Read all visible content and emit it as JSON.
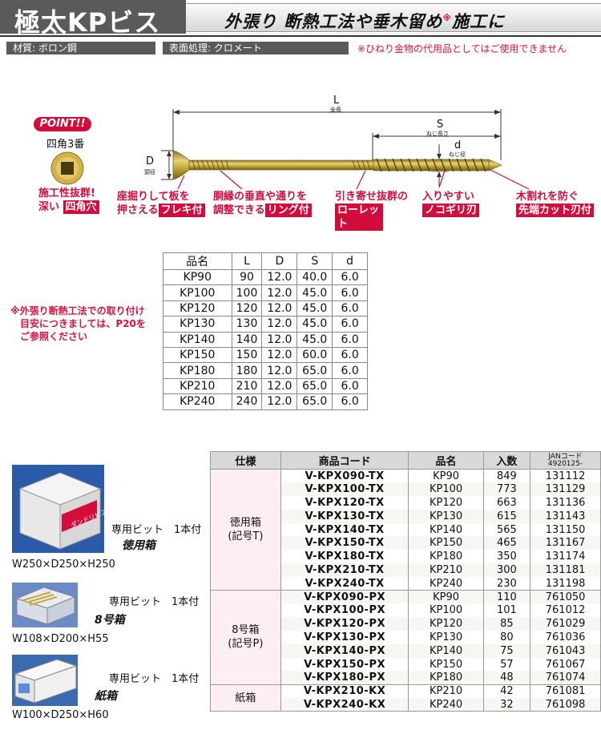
{
  "header": {
    "title": "極太KPビス",
    "subtitle": "外張り 断熱工法や垂木留め",
    "subtitle_mark": "※",
    "subtitle_tail": "施工に"
  },
  "specs": {
    "material": "材質: ボロン鋼",
    "surface": "表面処理: クロメート",
    "warning": "※ひねり金物の代用品としてはご使用できません"
  },
  "diagram": {
    "point_badge": "POINT!!",
    "square_label": "四角3番",
    "feature1_line1": "施工性抜群!",
    "feature1_line2": "深い",
    "feature1_tag": "四角穴",
    "L": "L",
    "L_sub": "全長",
    "S": "S",
    "S_sub": "ねじ長さ",
    "D": "D",
    "D_sub": "頭径",
    "d": "d",
    "d_sub": "ねじ径",
    "c1_line1": "座掘りして板を",
    "c1_line2": "押さえる",
    "c1_tag": "フレキ付",
    "c2_line1": "胴縁の垂直や通りを",
    "c2_line2": "調整できる",
    "c2_tag": "リング付",
    "c3_line1": "引き寄せ抜群の",
    "c3_tag": "ローレット",
    "c4_line1": "入りやすい",
    "c4_tag": "ノコギリ刃",
    "c5_line1": "木割れを防ぐ",
    "c5_tag": "先端カット刃付"
  },
  "size_table": {
    "headers": [
      "品名",
      "L",
      "D",
      "S",
      "d"
    ],
    "rows": [
      [
        "KP90",
        "90",
        "12.0",
        "40.0",
        "6.0"
      ],
      [
        "KP100",
        "100",
        "12.0",
        "45.0",
        "6.0"
      ],
      [
        "KP120",
        "120",
        "12.0",
        "45.0",
        "6.0"
      ],
      [
        "KP130",
        "130",
        "12.0",
        "45.0",
        "6.0"
      ],
      [
        "KP140",
        "140",
        "12.0",
        "45.0",
        "6.0"
      ],
      [
        "KP150",
        "150",
        "12.0",
        "60.0",
        "6.0"
      ],
      [
        "KP180",
        "180",
        "12.0",
        "65.0",
        "6.0"
      ],
      [
        "KP210",
        "210",
        "12.0",
        "65.0",
        "6.0"
      ],
      [
        "KP240",
        "240",
        "12.0",
        "65.0",
        "6.0"
      ]
    ],
    "note_line1": "※外張り断熱工法での取り付け",
    "note_line2": "目安につきましては、P20を",
    "note_line3": "ご参照ください"
  },
  "product_table": {
    "headers": [
      "仕様",
      "商品コード",
      "品名",
      "入数",
      "JANコード",
      "4920125-"
    ],
    "groups": [
      {
        "spec_line1": "徳用箱",
        "spec_line2": "(記号T)",
        "rows": [
          [
            "V-KPX090-TX",
            "KP90",
            "849",
            "131112"
          ],
          [
            "V-KPX100-TX",
            "KP100",
            "773",
            "131129"
          ],
          [
            "V-KPX120-TX",
            "KP120",
            "663",
            "131136"
          ],
          [
            "V-KPX130-TX",
            "KP130",
            "615",
            "131143"
          ],
          [
            "V-KPX140-TX",
            "KP140",
            "565",
            "131150"
          ],
          [
            "V-KPX150-TX",
            "KP150",
            "465",
            "131167"
          ],
          [
            "V-KPX180-TX",
            "KP180",
            "350",
            "131174"
          ],
          [
            "V-KPX210-TX",
            "KP210",
            "300",
            "131181"
          ],
          [
            "V-KPX240-TX",
            "KP240",
            "230",
            "131198"
          ]
        ]
      },
      {
        "spec_line1": "8号箱",
        "spec_line2": "(記号P)",
        "rows": [
          [
            "V-KPX090-PX",
            "KP90",
            "110",
            "761050"
          ],
          [
            "V-KPX100-PX",
            "KP100",
            "101",
            "761012"
          ],
          [
            "V-KPX120-PX",
            "KP120",
            "85",
            "761029"
          ],
          [
            "V-KPX130-PX",
            "KP130",
            "80",
            "761036"
          ],
          [
            "V-KPX140-PX",
            "KP140",
            "75",
            "761043"
          ],
          [
            "V-KPX150-PX",
            "KP150",
            "57",
            "761067"
          ],
          [
            "V-KPX180-PX",
            "KP180",
            "48",
            "761074"
          ]
        ]
      },
      {
        "spec_line1": "紙箱",
        "spec_line2": "",
        "rows": [
          [
            "V-KPX210-KX",
            "KP210",
            "42",
            "761081"
          ],
          [
            "V-KPX240-KX",
            "KP240",
            "32",
            "761098"
          ]
        ]
      }
    ]
  },
  "boxes": [
    {
      "bit": "専用ビット　1本付",
      "name": "徳用箱",
      "dims": "W250×D250×H250",
      "label": "ダンドリビス"
    },
    {
      "bit": "専用ビット　1本付",
      "name": "8号箱",
      "dims": "W108×D200×H55"
    },
    {
      "bit": "専用ビット　1本付",
      "name": "紙箱",
      "dims": "W100×D250×H60"
    }
  ],
  "colors": {
    "accent": "#d40c3c",
    "header_bg": "#5a5a5a",
    "screw": "#c9b13a"
  }
}
